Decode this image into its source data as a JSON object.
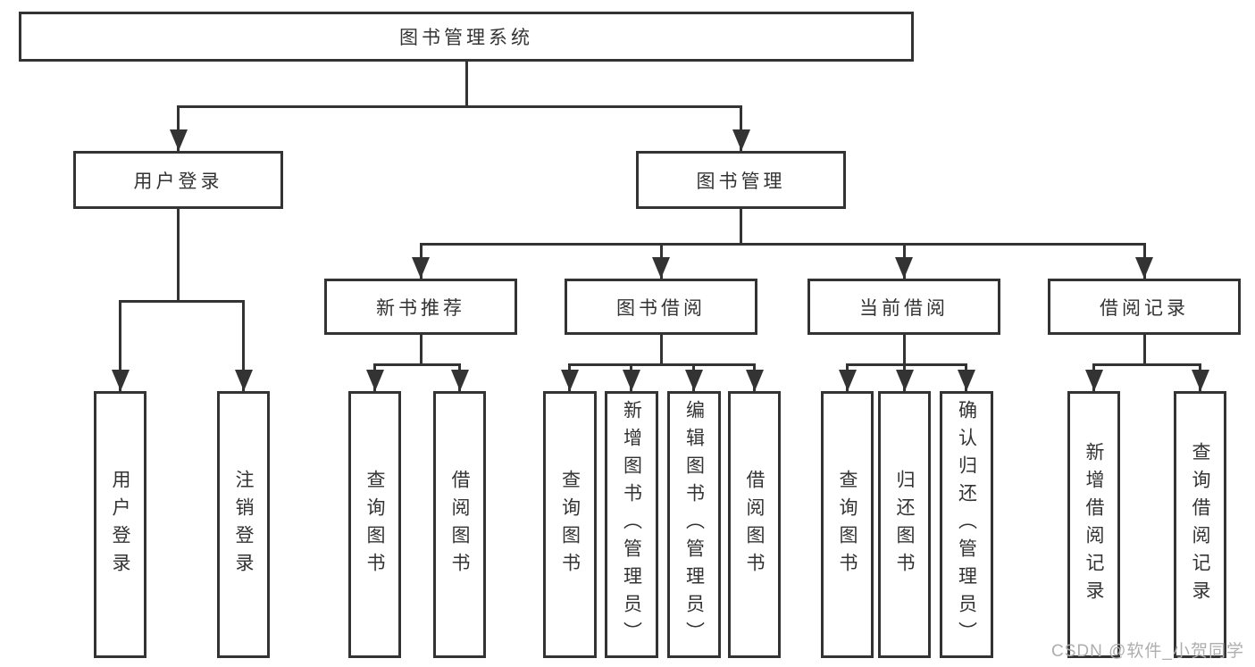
{
  "tree": {
    "root": "图书管理系统",
    "branches": [
      {
        "label": "用户登录",
        "children": [
          "用户登录",
          "注销登录"
        ]
      },
      {
        "label": "图书管理",
        "sections": [
          {
            "label": "新书推荐",
            "children": [
              "查询图书",
              "借阅图书"
            ]
          },
          {
            "label": "图书借阅",
            "children": [
              "查询图书",
              "新增图书（管理员）",
              "编辑图书（管理员）",
              "借阅图书"
            ]
          },
          {
            "label": "当前借阅",
            "children": [
              "查询图书",
              "归还图书",
              "确认归还（管理员）"
            ]
          },
          {
            "label": "借阅记录",
            "children": [
              "新增借阅记录",
              "查询借阅记录"
            ]
          }
        ]
      }
    ]
  },
  "watermark": "CSDN @软件_小贺同学",
  "colors": {
    "line": "#333333",
    "text": "#333333",
    "watermark_gray": "#aeaeae",
    "background": "#ffffff"
  }
}
